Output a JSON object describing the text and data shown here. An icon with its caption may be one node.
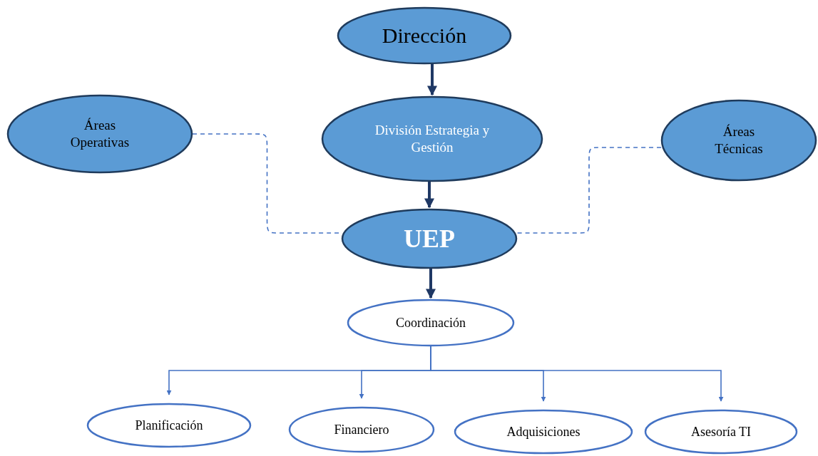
{
  "diagram": {
    "nodes": [
      {
        "text": [
          "Dirección"
        ]
      },
      {
        "text": [
          "Áreas Operativas"
        ]
      },
      {
        "text": [
          "División Estrategia y Gestión"
        ]
      },
      {
        "text": [
          "Áreas Técnicas"
        ]
      },
      {
        "text": [
          "UEP"
        ]
      },
      {
        "text": [
          "Coordinación"
        ]
      },
      {
        "text": [
          "Planificación"
        ]
      },
      {
        "text": [
          "Financiero"
        ]
      },
      {
        "text": [
          "Adquisiciones"
        ]
      },
      {
        "text": [
          "Asesoría TI"
        ]
      }
    ],
    "edges": [
      {
        "from": 0,
        "to": 2,
        "arrow": "to",
        "style": "thick",
        "color": "#1f3864"
      },
      {
        "from": 2,
        "to": 4,
        "arrow": "to",
        "style": "thick",
        "color": "#1f3864"
      },
      {
        "from": 1,
        "to": 4,
        "arrow": "none",
        "style": "dashed"
      },
      {
        "from": 3,
        "to": 4,
        "arrow": "none",
        "style": "dashed"
      },
      {
        "from": 4,
        "to": 5,
        "arrow": "to",
        "style": "thick",
        "color": "#1f3864"
      },
      {
        "from": 5,
        "to": 6,
        "arrow": "to"
      },
      {
        "from": 5,
        "to": 7,
        "arrow": "to"
      },
      {
        "from": 5,
        "to": 8,
        "arrow": "to"
      },
      {
        "from": 5,
        "to": 9,
        "arrow": "to"
      }
    ]
  }
}
